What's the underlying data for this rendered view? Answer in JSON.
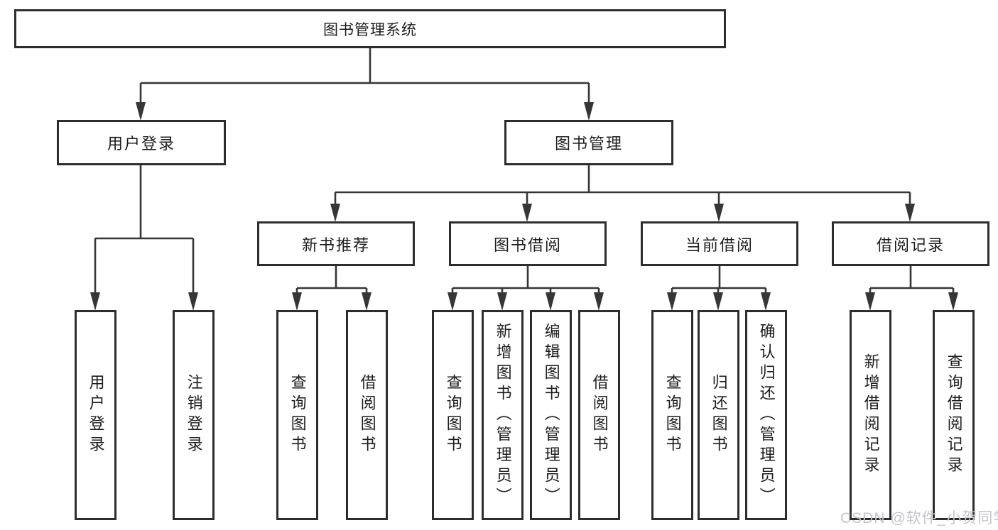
{
  "tree": {
    "root": {
      "label": "图书管理系统",
      "children": [
        {
          "label": "用户登录",
          "children": [
            {
              "label": "用户登录"
            },
            {
              "label": "注销登录"
            }
          ]
        },
        {
          "label": "图书管理",
          "children": [
            {
              "label": "新书推荐",
              "children": [
                {
                  "label": "查询图书"
                },
                {
                  "label": "借阅图书"
                }
              ]
            },
            {
              "label": "图书借阅",
              "children": [
                {
                  "label": "查询图书"
                },
                {
                  "label": "新增图书（管理员）"
                },
                {
                  "label": "编辑图书（管理员）"
                },
                {
                  "label": "借阅图书"
                }
              ]
            },
            {
              "label": "当前借阅",
              "children": [
                {
                  "label": "查询图书"
                },
                {
                  "label": "归还图书"
                },
                {
                  "label": "确认归还（管理员）"
                }
              ]
            },
            {
              "label": "借阅记录",
              "children": [
                {
                  "label": "新增借阅记录"
                },
                {
                  "label": "查询借阅记录"
                }
              ]
            }
          ]
        }
      ]
    }
  },
  "watermark": {
    "text": "CSDN @软件_小贺同学"
  },
  "colors": {
    "line": "#363636",
    "box_border": "#2d2d2d",
    "text": "#1c1c1c",
    "watermark": "#c4c5c9",
    "background": "#ffffff"
  }
}
